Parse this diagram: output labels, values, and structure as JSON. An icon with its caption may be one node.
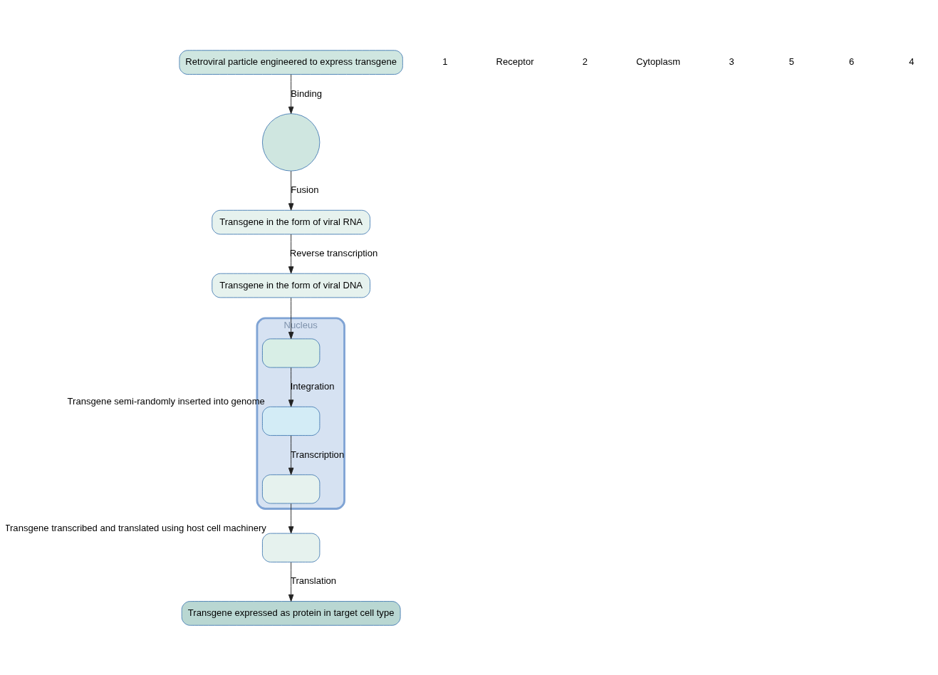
{
  "diagram": {
    "nodes": [
      {
        "text": [
          "Retroviral particle engineered to express transgene"
        ]
      },
      {
        "text": [],
        "shape": "circle"
      },
      {
        "text": [
          "Transgene in the form of viral RNA"
        ]
      },
      {
        "text": [
          "Transgene in the form of viral DNA"
        ]
      },
      {
        "text": [
          "Nucleus"
        ]
      },
      {
        "text": [],
        "shape": "box",
        "in": 4
      },
      {
        "text": [],
        "shape": "box",
        "in": 4,
        "beside": [
          "Transgene semi-randomly inserted into genome"
        ]
      },
      {
        "text": [],
        "shape": "box",
        "in": 4
      },
      {
        "text": [],
        "shape": "box",
        "beside": [
          "Transgene transcribed and translated using host cell machinery"
        ]
      },
      {
        "text": [
          "Transgene expressed as protein in target cell type"
        ]
      }
    ],
    "edges": [
      {
        "from": 0,
        "to": 1,
        "arrow": "to",
        "label": "Binding"
      },
      {
        "from": 1,
        "to": 2,
        "arrow": "to",
        "label": "Fusion"
      },
      {
        "from": 2,
        "to": 3,
        "arrow": "to",
        "label": "Reverse transcription"
      },
      {
        "from": 3,
        "to": 5,
        "arrow": "to"
      },
      {
        "from": 5,
        "to": 6,
        "arrow": "to",
        "label": "Integration"
      },
      {
        "from": 6,
        "to": 7,
        "arrow": "to",
        "label": "Transcription"
      },
      {
        "from": 7,
        "to": 8,
        "arrow": "to"
      },
      {
        "from": 8,
        "to": 9,
        "arrow": "to",
        "label": "Translation"
      }
    ],
    "labels": [
      "1",
      "Receptor",
      "2",
      "Cytoplasm",
      "3",
      "5",
      "6",
      "4"
    ]
  }
}
